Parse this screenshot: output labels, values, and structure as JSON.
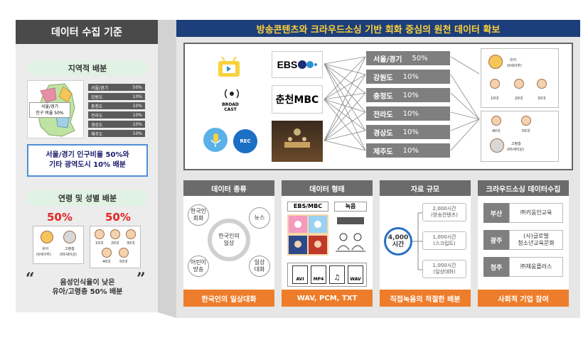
{
  "left": {
    "title": "데이터 수집 기준",
    "region_heading": "지역적 배분",
    "map_label": "서울/경기\n인구 비율 50%",
    "region_table": [
      {
        "name": "서울/경기",
        "pct": "50%"
      },
      {
        "name": "강원도",
        "pct": "10%"
      },
      {
        "name": "충청도",
        "pct": "10%"
      },
      {
        "name": "전라도",
        "pct": "10%"
      },
      {
        "name": "경상도",
        "pct": "10%"
      },
      {
        "name": "제주도",
        "pct": "10%"
      }
    ],
    "callout_line1": "서울/경기 인구비율 50%와",
    "callout_line2": "기타 광역도시 10% 배분",
    "age_heading": "연령 및 성별 배분",
    "pct_left": "50%",
    "pct_right": "50%",
    "group_left": {
      "child": "유아",
      "child_age": "(6세이하)",
      "elder": "고령층",
      "elder_age": "(65세이상)"
    },
    "group_right": [
      "10대",
      "20대",
      "30대",
      "40대",
      "50대"
    ],
    "quote_line1": "음성인식율이 낮은",
    "quote_line2": "유아/고령층  50% 배분",
    "quote_open": "“",
    "quote_close": "”"
  },
  "right": {
    "title": "방송콘텐츠와 크라우드소싱 기반 회화 중심의 원천 데이터 확보",
    "sources": {
      "ebs": "EBS",
      "broadcast": "BROAD\nCAST",
      "chuncheon": "춘천MBC",
      "rec": "REC"
    },
    "regions": [
      {
        "name": "서울/경기",
        "pct": "50%"
      },
      {
        "name": "강원도",
        "pct": "10%"
      },
      {
        "name": "충청도",
        "pct": "10%"
      },
      {
        "name": "전라도",
        "pct": "10%"
      },
      {
        "name": "경상도",
        "pct": "10%"
      },
      {
        "name": "제주도",
        "pct": "10%"
      }
    ],
    "groups_top": {
      "child": "유아",
      "child_age": "(6세이하)",
      "ages": [
        "10대",
        "20대",
        "30대"
      ]
    },
    "groups_bottom": {
      "ages": [
        "40대",
        "50대"
      ],
      "elder": "고령층",
      "elder_age": "(65세이상)"
    }
  },
  "cards": {
    "types": {
      "head": "데이터 종류",
      "center": "한국인의\n일상",
      "items": [
        "한국인\n회화",
        "뉴스",
        "어린이\n방송",
        "일상\n대화"
      ],
      "foot": "한국인의 일상대화"
    },
    "formats": {
      "head": "데이터 형태",
      "labels": [
        "EBS/MBC",
        "녹음"
      ],
      "files": [
        "AVI",
        "MP4",
        "♫",
        "WAV"
      ],
      "foot": "WAV, PCM, TXT"
    },
    "scale": {
      "head": "자료 규모",
      "total": "4,000\n시간",
      "items": [
        {
          "hours": "2,000시간",
          "desc": "(방송컨텐츠)"
        },
        {
          "hours": "1,000시간",
          "desc": "(스크립트)"
        },
        {
          "hours": "1,000시간",
          "desc": "(일상대화)"
        }
      ],
      "foot": "직접녹음의 적절한 배분"
    },
    "crowd": {
      "head": "크라우드소싱 데이터수집",
      "rows": [
        {
          "city": "부산",
          "org": "㈜키움인교육"
        },
        {
          "city": "광주",
          "org": "(사)글로벌\n청소년교육문화"
        },
        {
          "city": "청주",
          "org": "㈜채움플러스"
        }
      ],
      "foot": "사회적 기업 참여"
    }
  }
}
